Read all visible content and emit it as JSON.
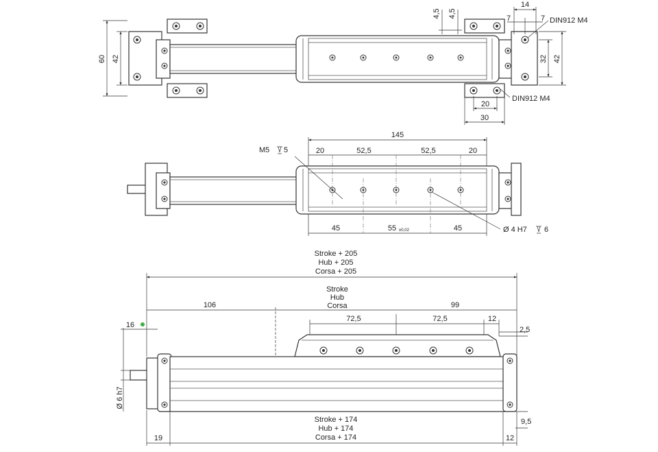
{
  "top_view": {
    "dim_height_60": "60",
    "dim_height_42_left": "42",
    "dim_4_5_a": "4,5",
    "dim_4_5_b": "4,5",
    "dim_14": "14",
    "dim_7_a": "7",
    "dim_7_b": "7",
    "dim_32": "32",
    "dim_42_right": "42",
    "dim_20": "20",
    "dim_30": "30",
    "screw_label_top": "DIN912 M4",
    "screw_label_bottom": "DIN912 M4"
  },
  "middle_view": {
    "dim_145": "145",
    "dim_20_left": "20",
    "dim_52_5_a": "52,5",
    "dim_52_5_b": "52,5",
    "dim_20_right": "20",
    "thread_label": "M5",
    "thread_depth": "5",
    "dim_45_left": "45",
    "dim_55": "55",
    "dim_55_tolerance": "±0,02",
    "dim_45_right": "45",
    "pin_hole_label": "Ø 4 H7",
    "pin_hole_depth": "6"
  },
  "side_view": {
    "stroke_total": [
      "Stroke + 205",
      "Hub + 205",
      "Corsa + 205"
    ],
    "stroke": [
      "Stroke",
      "Hub",
      "Corsa"
    ],
    "stroke_body": [
      "Stroke + 174",
      "Hub + 174",
      "Corsa + 174"
    ],
    "dim_106": "106",
    "dim_99": "99",
    "dim_16": "16",
    "dim_72_5_a": "72,5",
    "dim_72_5_b": "72,5",
    "dim_12_top": "12",
    "dim_2_5": "2,5",
    "dim_9_5": "9,5",
    "dim_19": "19",
    "dim_12_bottom": "12",
    "shaft_label": "Ø 6 h7"
  },
  "colors": {
    "line": "#333333",
    "marker": "#3cb043"
  }
}
